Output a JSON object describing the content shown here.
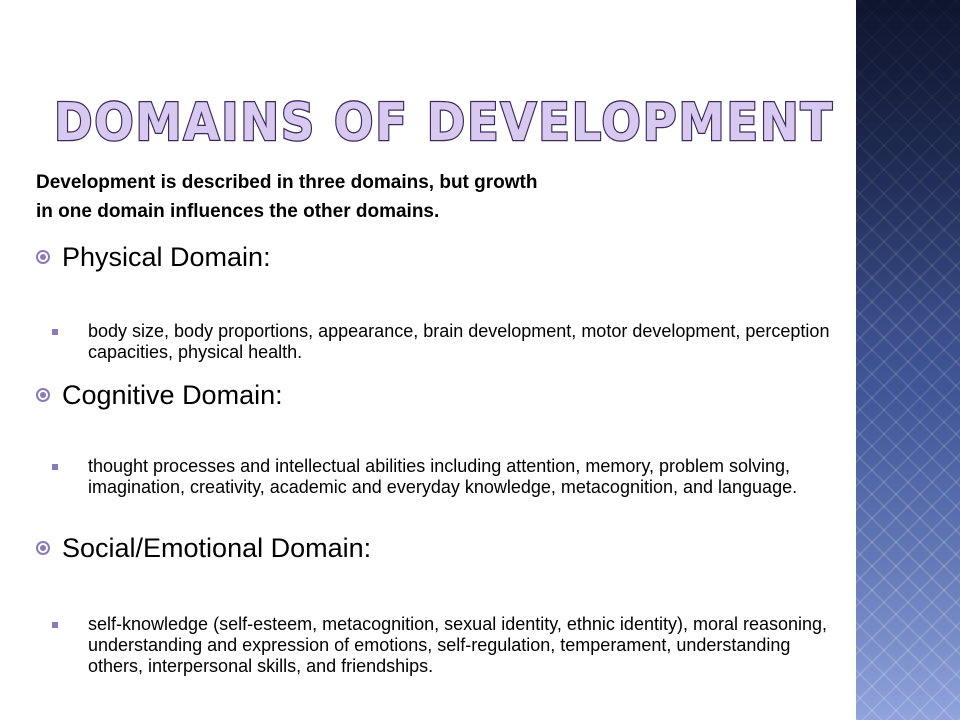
{
  "slide": {
    "title": "Domains of Development",
    "intro_line1": "Development is described in three domains, but growth",
    "intro_line2": "in one domain influences the other domains.",
    "sections": [
      {
        "heading": "Physical Domain:",
        "detail": "body size, body proportions, appearance, brain development, motor development, perception capacities, physical health."
      },
      {
        "heading": "Cognitive Domain:",
        "detail": "thought processes and intellectual abilities including attention, memory, problem solving, imagination, creativity, academic and everyday knowledge, metacognition, and language."
      },
      {
        "heading": "Social/Emotional Domain:",
        "detail": "self-knowledge (self-esteem, metacognition, sexual identity, ethnic identity), moral reasoning, understanding and expression of emotions, self-regulation, temperament, understanding others, interpersonal skills, and friendships."
      }
    ]
  },
  "colors": {
    "title_fill": "#d7c9ef",
    "title_stroke": "#3c2a5e",
    "bullet": "#8a7bb8",
    "side_band": "#2a3a6b"
  }
}
